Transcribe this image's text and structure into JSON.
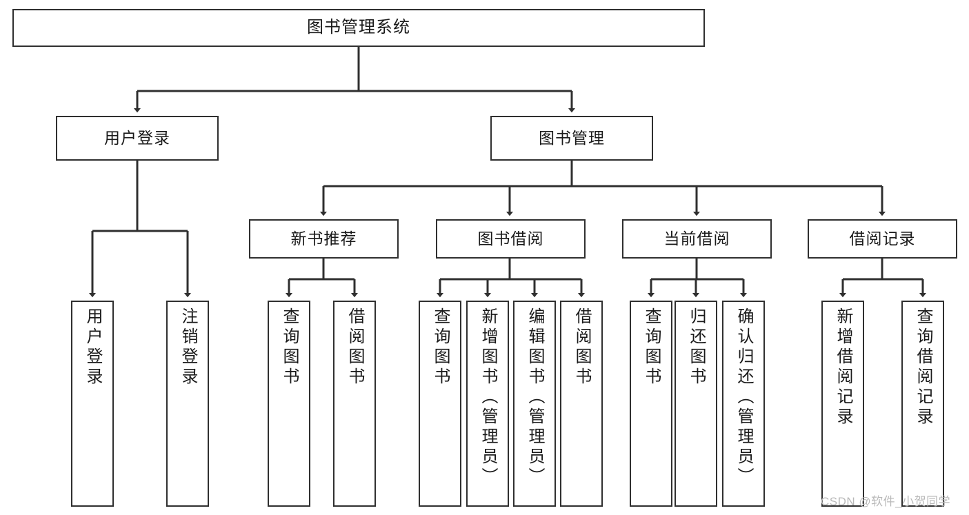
{
  "diagram": {
    "title": "图书管理系统",
    "type": "hierarchy-tree",
    "colors": {
      "background": "#ffffff",
      "box_border": "#2f2f2f",
      "box_fill": "#ffffff",
      "connector": "#2f2f2f",
      "text": "#1a1a1a",
      "watermark": "#b9b9b9"
    },
    "root": {
      "label": "图书管理系统"
    },
    "level1": [
      {
        "label": "用户登录"
      },
      {
        "label": "图书管理"
      }
    ],
    "level2": [
      {
        "label": "新书推荐"
      },
      {
        "label": "图书借阅"
      },
      {
        "label": "当前借阅"
      },
      {
        "label": "借阅记录"
      }
    ],
    "leaves": {
      "user_login": [
        {
          "label": "用户登录"
        },
        {
          "label": "注销登录"
        }
      ],
      "new_book_recommend": [
        {
          "label": "查询图书"
        },
        {
          "label": "借阅图书"
        }
      ],
      "book_borrow": [
        {
          "label": "查询图书"
        },
        {
          "label": "新增图书（管理员）"
        },
        {
          "label": "编辑图书（管理员）"
        },
        {
          "label": "借阅图书"
        }
      ],
      "current_borrow": [
        {
          "label": "查询图书"
        },
        {
          "label": "归还图书"
        },
        {
          "label": "确认归还（管理员）"
        }
      ],
      "borrow_record": [
        {
          "label": "新增借阅记录"
        },
        {
          "label": "查询借阅记录"
        }
      ]
    },
    "watermark": "CSDN @软件_小贺同学"
  }
}
